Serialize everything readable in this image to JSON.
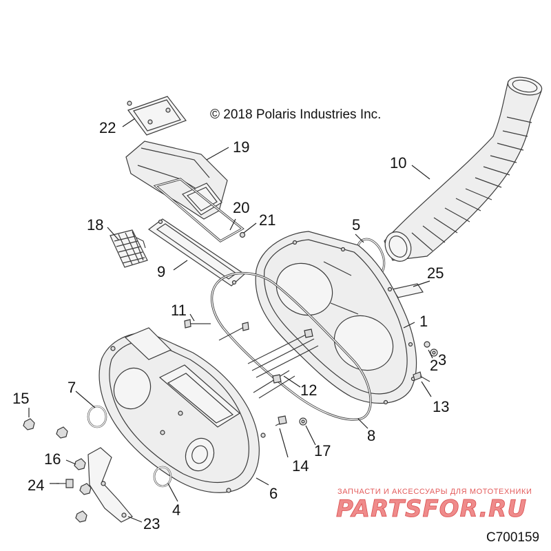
{
  "copyright": "© 2018 Polaris Industries Inc.",
  "diagram_code": "C700159",
  "watermark": {
    "tagline": "ЗАПЧАСТИ И АКСЕССУАРЫ ДЛЯ МОТОТЕХНИКИ",
    "brand": "PARTSFOR.RU"
  },
  "callouts": [
    "1",
    "2",
    "3",
    "4",
    "5",
    "6",
    "7",
    "8",
    "9",
    "10",
    "11",
    "12",
    "13",
    "14",
    "15",
    "16",
    "17",
    "18",
    "19",
    "20",
    "21",
    "22",
    "23",
    "24",
    "25"
  ],
  "colors": {
    "line": "#3a3a3a",
    "part_fill": "#eeeeee",
    "watermark": "#e35a5a"
  }
}
